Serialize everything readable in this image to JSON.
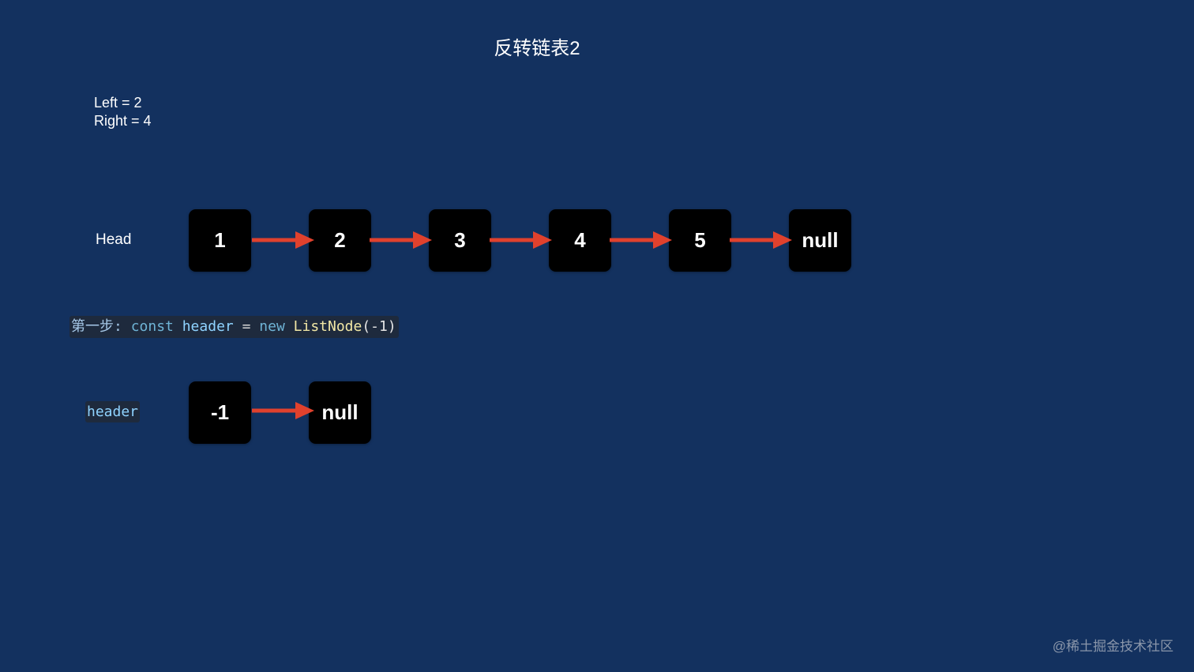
{
  "title": "反转链表2",
  "params": {
    "left": "Left = 2",
    "right": "Right = 4"
  },
  "head_row": {
    "label": "Head",
    "nodes": [
      "1",
      "2",
      "3",
      "4",
      "5",
      "null"
    ]
  },
  "step1": {
    "prefix": "第一步:",
    "keyword_const": "const",
    "var_name": "header",
    "equals": "=",
    "keyword_new": "new",
    "class_name": "ListNode",
    "args": "(-1)"
  },
  "header_row": {
    "label": "header",
    "nodes": [
      "-1",
      "null"
    ]
  },
  "colors": {
    "background": "#13315f",
    "node": "#000000",
    "arrow": "#e0412d"
  },
  "watermark": "@稀土掘金技术社区"
}
